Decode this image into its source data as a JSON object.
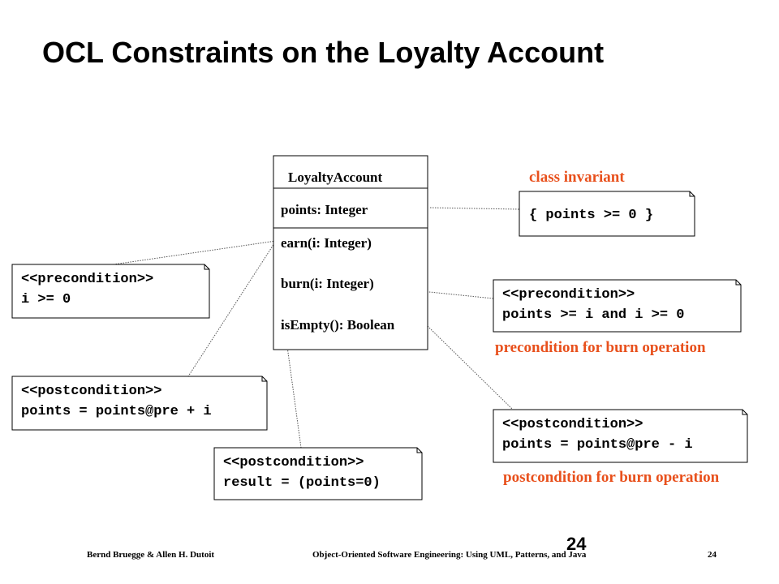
{
  "title": "OCL Constraints on the Loyalty Account",
  "class_box": {
    "name": "LoyaltyAccount",
    "attributes": [
      "points: Integer"
    ],
    "operations": [
      "earn(i: Integer)",
      "burn(i: Integer)",
      "isEmpty(): Boolean"
    ]
  },
  "notes": {
    "invariant": "{ points >= 0 }",
    "earn_pre": [
      "<<precondition>>",
      "i >= 0"
    ],
    "earn_post": [
      "<<postcondition>>",
      "points = points@pre + i"
    ],
    "isempty_post": [
      "<<postcondition>>",
      "result = (points=0)"
    ],
    "burn_pre": [
      "<<precondition>>",
      "points >= i and i >= 0"
    ],
    "burn_post": [
      "<<postcondition>>",
      "points = points@pre - i"
    ]
  },
  "labels": {
    "class_invariant": "class invariant",
    "burn_pre": "precondition for burn operation",
    "burn_post": "postcondition for burn operation"
  },
  "footer": {
    "authors": "Bernd Bruegge & Allen H. Dutoit",
    "book": "Object-Oriented Software Engineering: Using UML, Patterns, and Java",
    "page_small": "24",
    "page_big": "24"
  },
  "colors": {
    "label_red": "#e8501c"
  }
}
